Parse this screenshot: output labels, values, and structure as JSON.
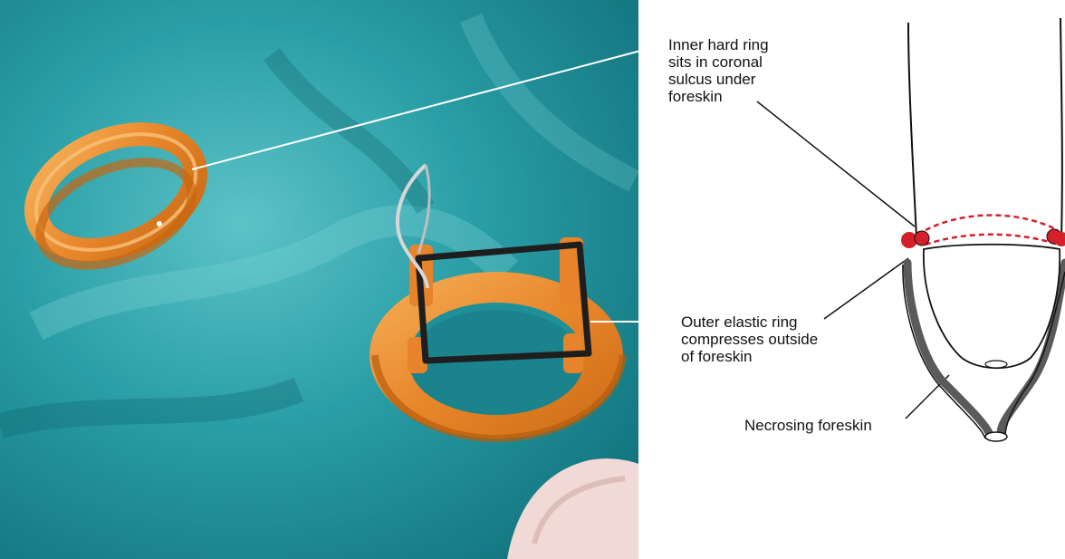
{
  "figure": {
    "annotations": {
      "inner_ring": "Inner hard ring\nsits in coronal\nsulcus under\nforeskin",
      "outer_ring": "Outer elastic ring\ncompresses outside\nof foreskin",
      "necrosing": "Necrosing foreskin"
    }
  },
  "colors": {
    "drape": "#1a8a93",
    "drape_light": "#4fb9c0",
    "ring_orange": "#e98a2a",
    "ring_highlight": "#f5b55a",
    "wire": "#222222",
    "red_marker": "#d4202a",
    "foreskin_gray": "#595959",
    "gauze": "#f1d9d6"
  },
  "icons": {
    "photo": "surgical-ring-device-photo",
    "diagram": "penis-cross-section-diagram"
  }
}
